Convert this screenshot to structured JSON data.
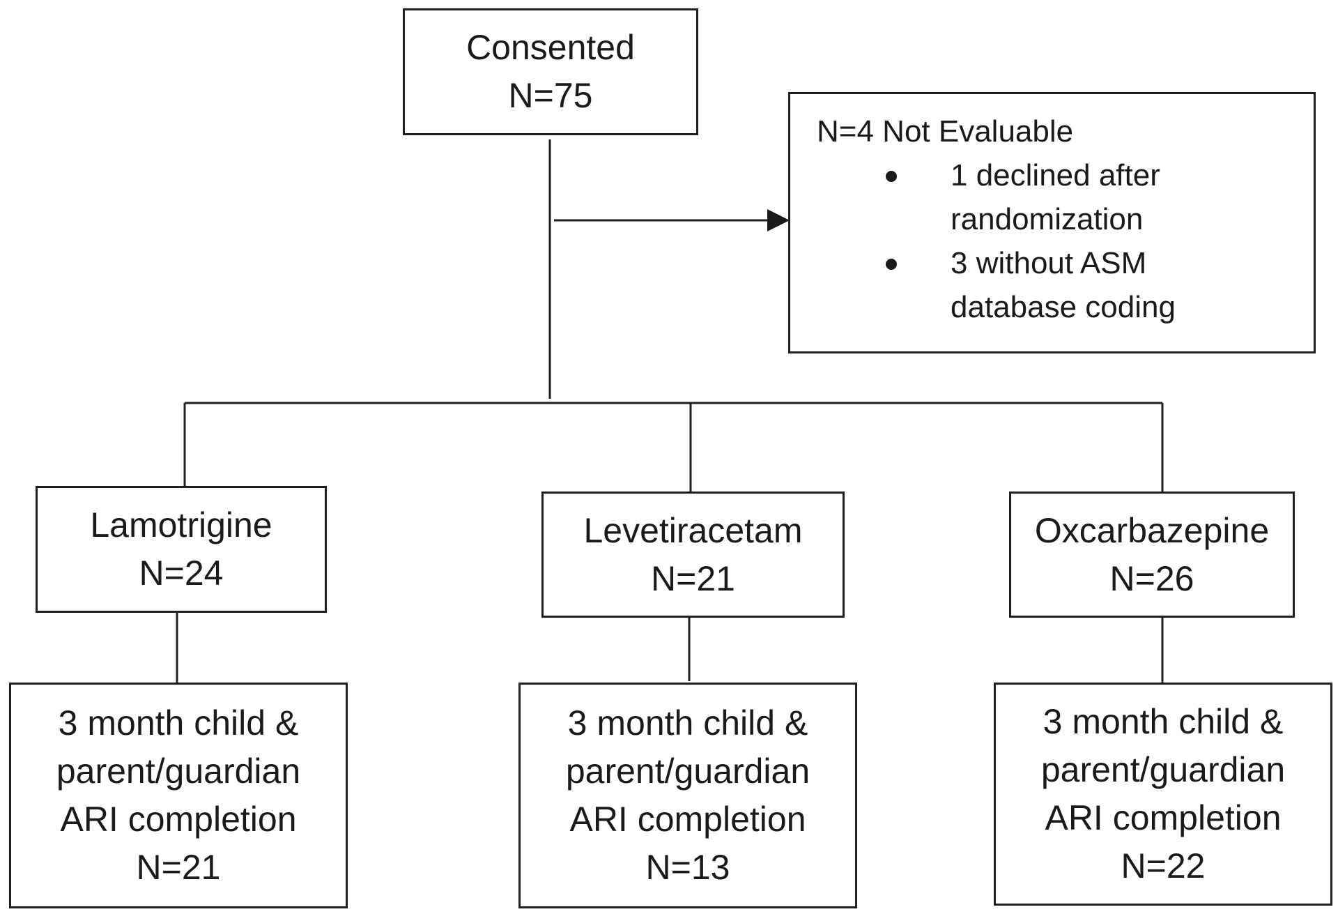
{
  "consented": {
    "label": "Consented",
    "n": "N=75"
  },
  "excluded": {
    "title": "N=4 Not Evaluable",
    "reasons": [
      {
        "line1": "1 declined after",
        "line2": "randomization"
      },
      {
        "line1": "3 without ASM",
        "line2": "database coding"
      }
    ]
  },
  "arms": [
    {
      "drug": "Lamotrigine",
      "n": "N=24",
      "outcome_line1": "3 month child &",
      "outcome_line2": "parent/guardian",
      "outcome_line3": "ARI completion",
      "outcome_n": "N=21"
    },
    {
      "drug": "Levetiracetam",
      "n": "N=21",
      "outcome_line1": "3 month child &",
      "outcome_line2": "parent/guardian",
      "outcome_line3": "ARI completion",
      "outcome_n": "N=13"
    },
    {
      "drug": "Oxcarbazepine",
      "n": "N=26",
      "outcome_line1": "3 month child &",
      "outcome_line2": "parent/guardian",
      "outcome_line3": "ARI completion",
      "outcome_n": "N=22"
    }
  ],
  "colors": {
    "stroke": "#1f1f1f",
    "text": "#1a1a1a",
    "background": "#ffffff"
  }
}
